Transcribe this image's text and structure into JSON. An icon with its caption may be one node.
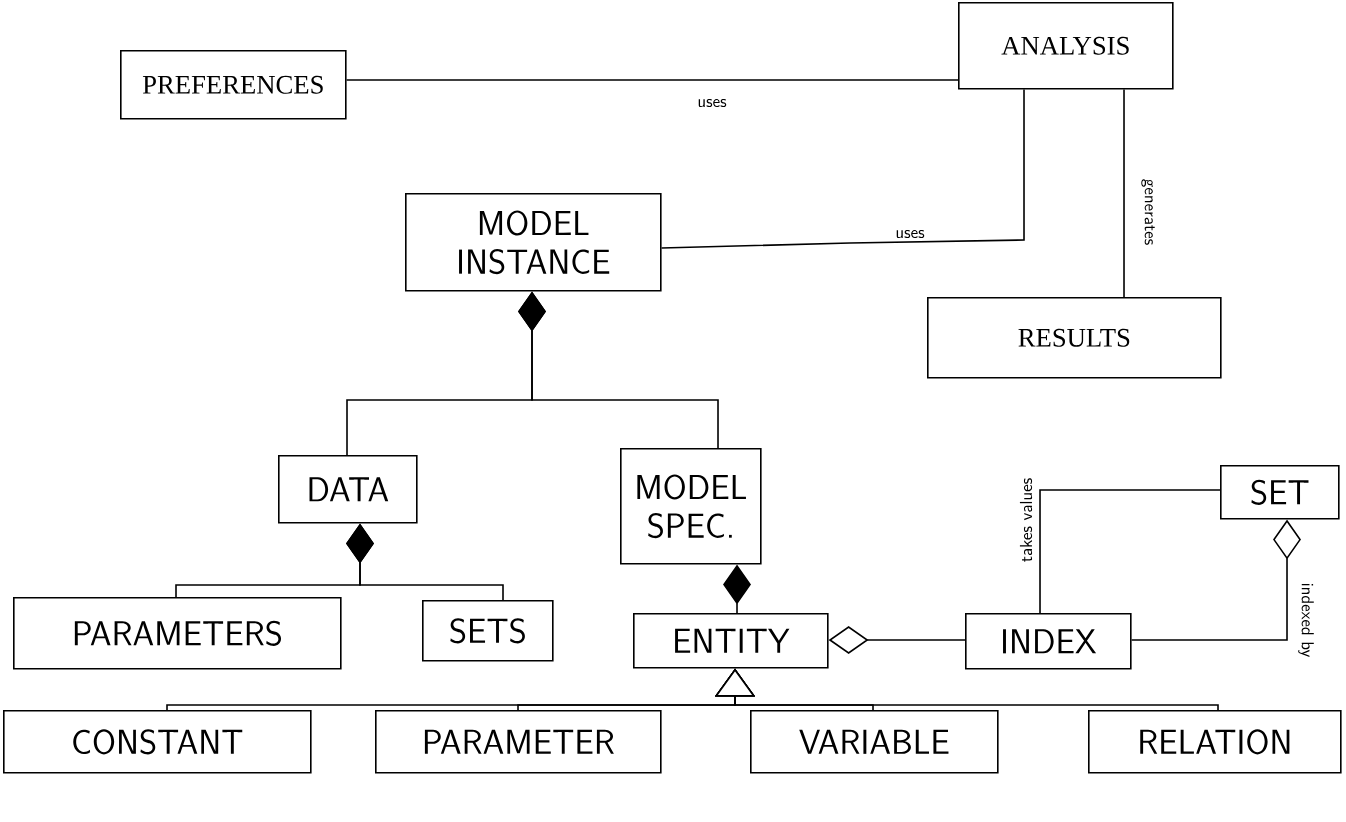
{
  "diagram": {
    "nodes": [
      {
        "text": [
          "PREFERENCES"
        ]
      },
      {
        "text": [
          "ANALYSIS"
        ]
      },
      {
        "text": [
          "MODEL INSTANCE"
        ]
      },
      {
        "text": [
          "RESULTS"
        ]
      },
      {
        "text": [
          "DATA"
        ]
      },
      {
        "text": [
          "MODEL SPEC."
        ]
      },
      {
        "text": [
          "SET"
        ]
      },
      {
        "text": [
          "PARAMETERS"
        ]
      },
      {
        "text": [
          "SETS"
        ]
      },
      {
        "text": [
          "ENTITY"
        ]
      },
      {
        "text": [
          "INDEX"
        ]
      },
      {
        "text": [
          "CONSTANT"
        ]
      },
      {
        "text": [
          "PARAMETER"
        ]
      },
      {
        "text": [
          "VARIABLE"
        ]
      },
      {
        "text": [
          "RELATION"
        ]
      }
    ],
    "edges": [
      {
        "from": 1,
        "to": 0,
        "arrow": "none",
        "label": "uses"
      },
      {
        "from": 1,
        "to": 2,
        "arrow": "none",
        "label": "uses"
      },
      {
        "from": 1,
        "to": 3,
        "arrow": "none",
        "label": "generates"
      },
      {
        "from": 2,
        "to": 4,
        "arrow": "other"
      },
      {
        "from": 2,
        "to": 5,
        "arrow": "other"
      },
      {
        "from": 4,
        "to": 7,
        "arrow": "other"
      },
      {
        "from": 4,
        "to": 8,
        "arrow": "other"
      },
      {
        "from": 5,
        "to": 9,
        "arrow": "other"
      },
      {
        "from": 9,
        "to": 10,
        "arrow": "other"
      },
      {
        "from": 10,
        "to": 6,
        "arrow": "none",
        "label": "takes values"
      },
      {
        "from": 6,
        "to": 10,
        "arrow": "other",
        "label": "indexed by"
      },
      {
        "from": 11,
        "to": 9,
        "arrow": "to"
      },
      {
        "from": 12,
        "to": 9,
        "arrow": "to"
      },
      {
        "from": 13,
        "to": 9,
        "arrow": "to"
      },
      {
        "from": 14,
        "to": 9,
        "arrow": "to"
      }
    ]
  }
}
